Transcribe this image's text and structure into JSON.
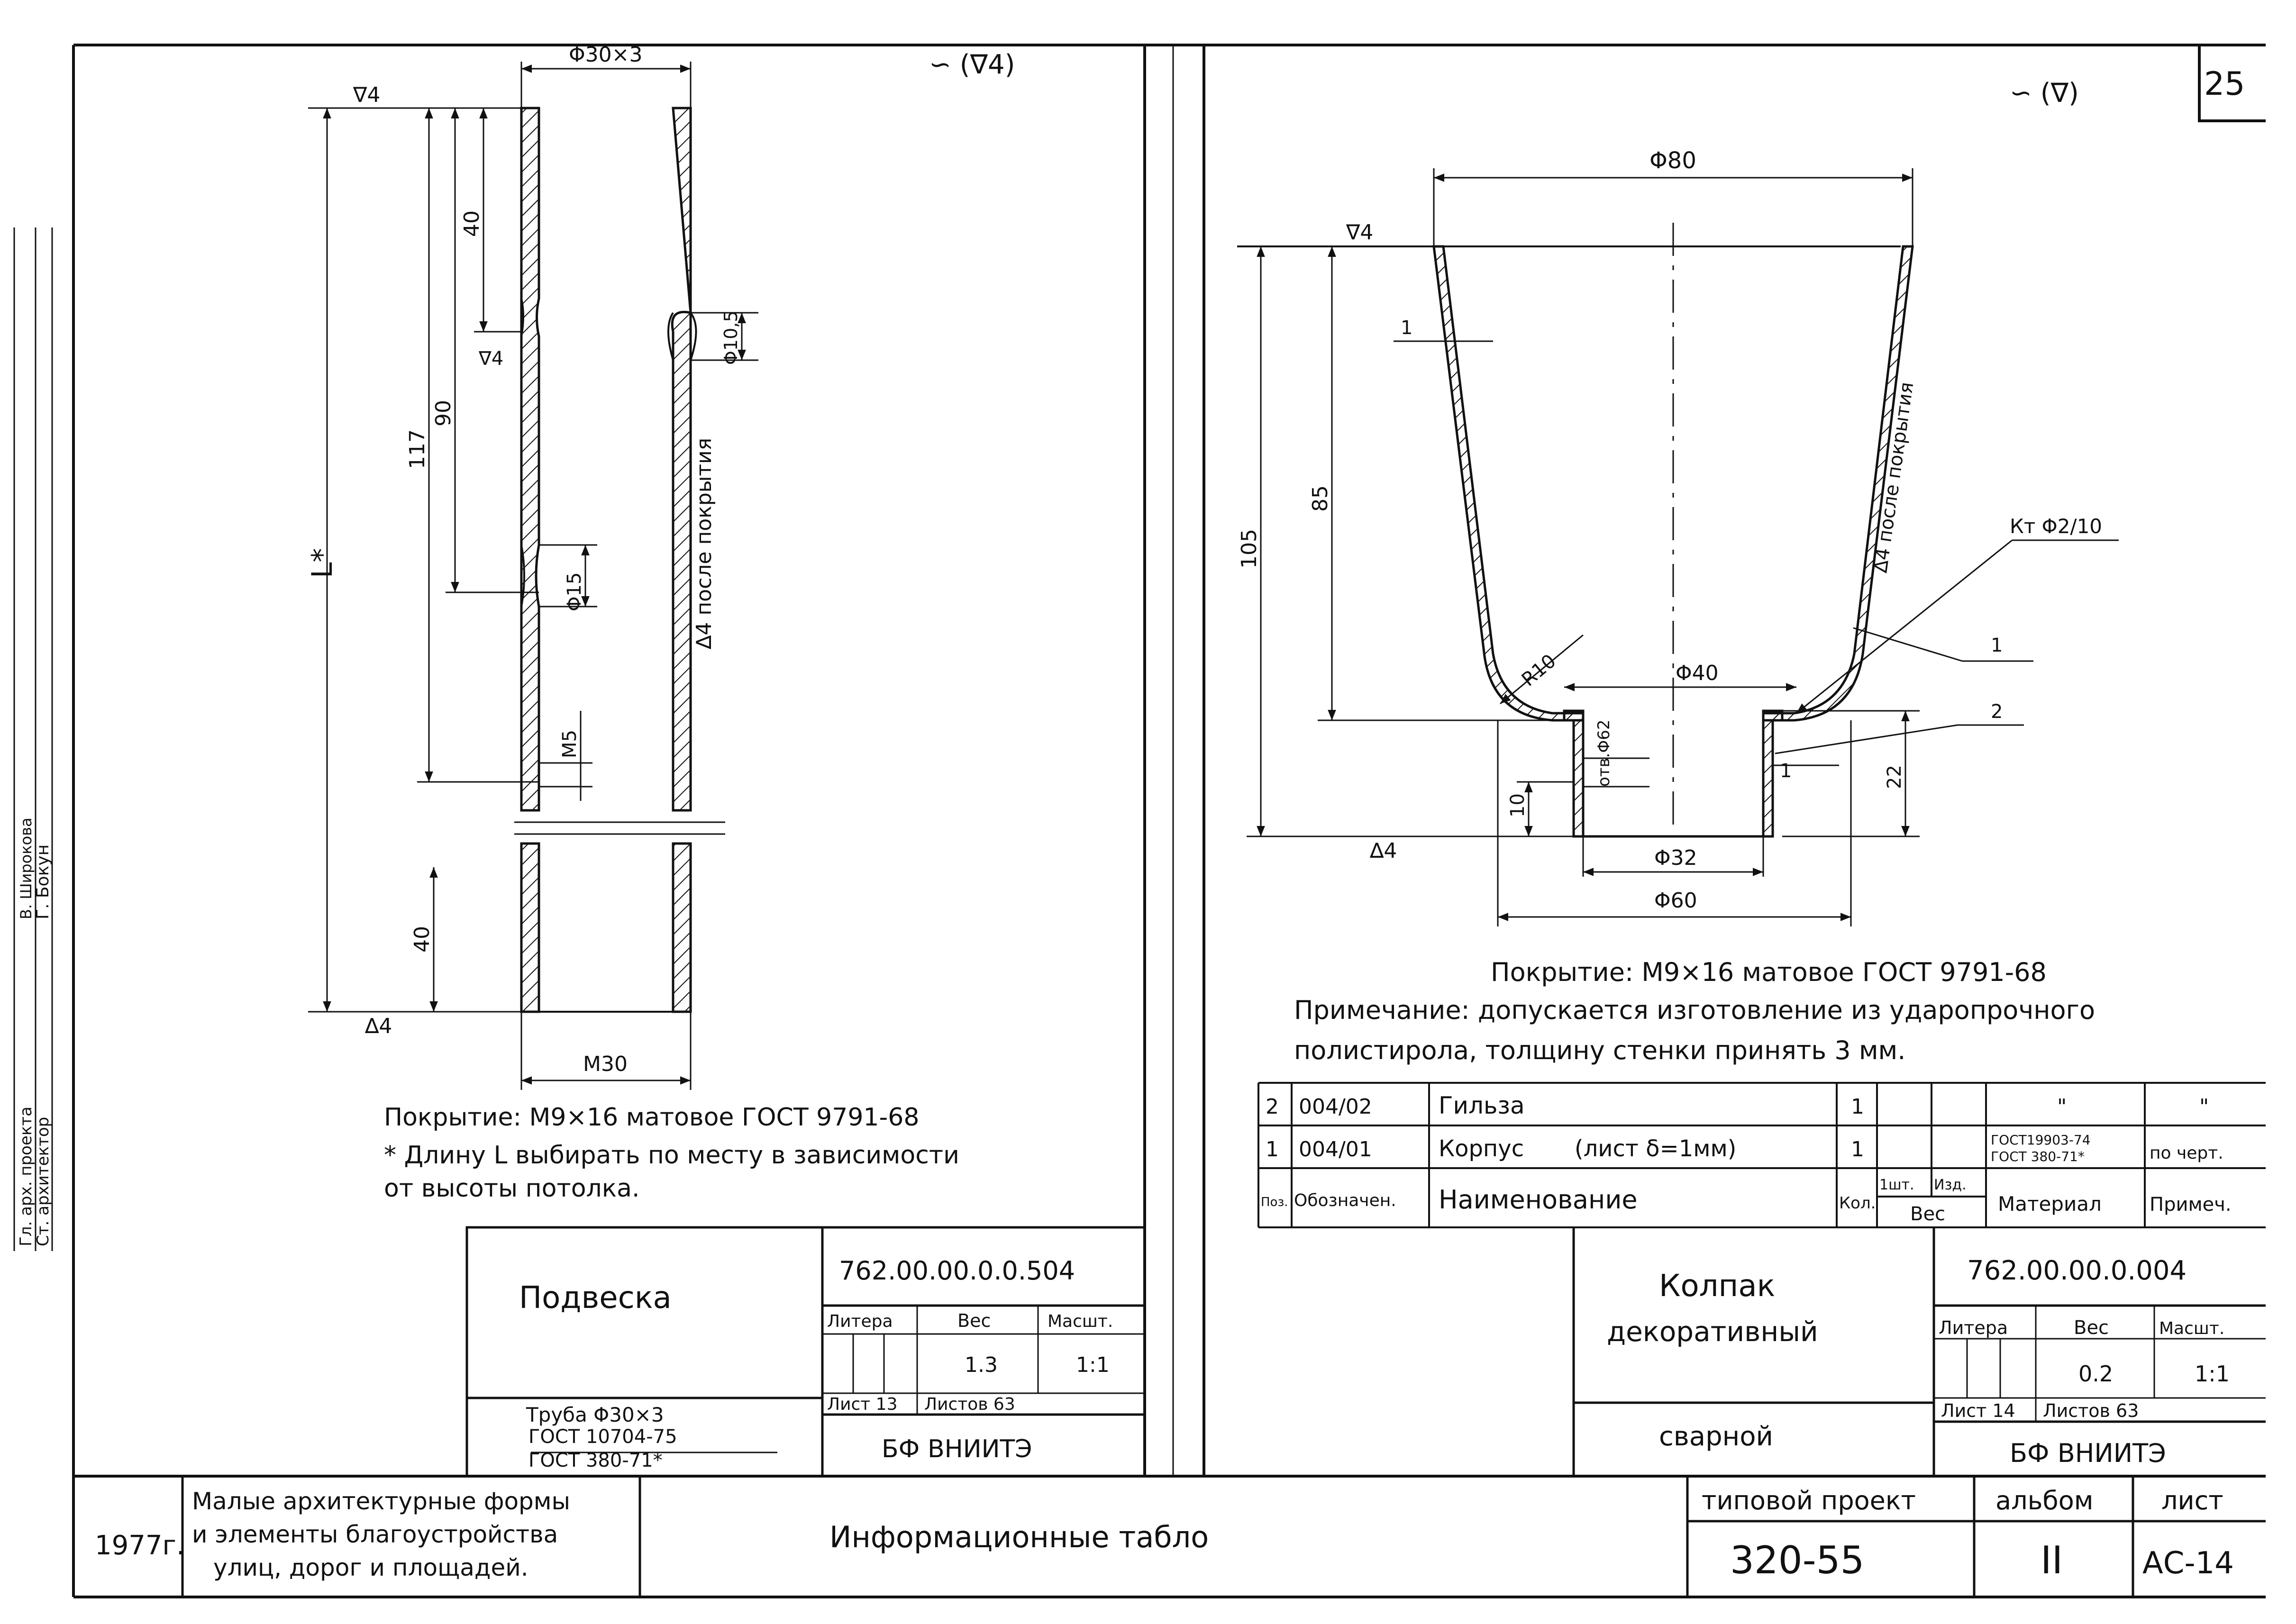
{
  "page_number": "25",
  "left": {
    "surface_mark": "∽ (∇4)",
    "dims": {
      "top_diameter": "Φ30×3",
      "l40_top": "40",
      "l90": "90",
      "l117": "117",
      "l_star": "L*",
      "hole_10": "Φ10,5",
      "hole_15": "Φ15",
      "m5": "M5",
      "l40_bottom": "40",
      "m30": "M30",
      "r4_top": "∇4",
      "r4_mid": "∇4",
      "r4_bottom": "∆4"
    },
    "vertical_note": "∆4 после покрытия",
    "coating_note": "Покрытие: М9×16 матовое ГОСТ 9791-68",
    "length_note_1": "* Длину L выбирать по месту в зависимости",
    "length_note_2": "от высоты потолка.",
    "title_block": {
      "name": "Подвеска",
      "code": "762.00.00.0.0.504",
      "litera_label": "Литера",
      "weight_label": "Вес",
      "scale_label": "Масшт.",
      "weight": "1.3",
      "scale": "1:1",
      "material_1": "Труба Φ30×3",
      "material_2": "ГОСТ 10704-75",
      "material_3": "ГОСТ 380-71*",
      "sheet": "Лист 13",
      "sheets": "Листов 63",
      "org": "БФ ВНИИТЭ"
    }
  },
  "right": {
    "surface_mark": "∽ (∇)",
    "dims": {
      "d80": "Φ80",
      "d40": "Φ40",
      "d32": "Φ32",
      "d60": "Φ60",
      "h105": "105",
      "h85": "85",
      "h22": "22",
      "h10": "10",
      "wall_1": "1",
      "wall_1b": "1",
      "r10": "R10",
      "otv": "отв.Φ62",
      "kt": "Кт Φ2/10",
      "leader_1": "1",
      "leader_2": "2",
      "r4_top": "∇4",
      "r4_bottom": "∆4"
    },
    "vertical_note": "∆4 после покрытия",
    "coating_note": "Покрытие: М9×16 матовое ГОСТ 9791-68",
    "remark_1": "Примечание: допускается изготовление из ударопрочного",
    "remark_2": "полистирола, толщину стенки принять 3 мм.",
    "spec": {
      "rows": [
        {
          "pos": "2",
          "code": "004/02",
          "name": "Гильза",
          "qty": "1",
          "material": "\"",
          "note": "\""
        },
        {
          "pos": "1",
          "code": "004/01",
          "name": "Корпус       (лист δ=1мм)",
          "qty": "1",
          "material_1": "ГОСТ19903-74",
          "material_2": "ГОСТ 380-71*",
          "note": "по черт."
        }
      ],
      "header": {
        "pos": "Поз.",
        "code": "Обозначен.",
        "name": "Наименование",
        "qty": "Кол.",
        "weight_unit": "1шт.",
        "weight_prod": "Изд.",
        "weight": "Вес",
        "material": "Материал",
        "note": "Примеч."
      }
    },
    "title_block": {
      "name_1": "Колпак",
      "name_2": "декоративный",
      "subtitle": "сварной",
      "code": "762.00.00.0.004",
      "litera_label": "Литера",
      "weight_label": "Вес",
      "scale_label": "Масшт.",
      "weight": "0.2",
      "scale": "1:1",
      "sheet": "Лист 14",
      "sheets": "Листов 63",
      "org": "БФ ВНИИТЭ"
    }
  },
  "bottom": {
    "year": "1977г.",
    "series_1": "Малые архитектурные формы",
    "series_2": "и элементы благоустройства",
    "series_3": "улиц, дорог и площадей.",
    "title": "Информационные табло",
    "project_label": "типовой проект",
    "project": "320-55",
    "album_label": "альбом",
    "album": "II",
    "sheet_label": "лист",
    "sheet": "АС-14"
  },
  "side_stamp": {
    "role_1": "Ст. архитектор",
    "role_2": "Гл. арх. проекта",
    "name_1": "Г. Бокун",
    "name_2": "В. Широкова"
  }
}
